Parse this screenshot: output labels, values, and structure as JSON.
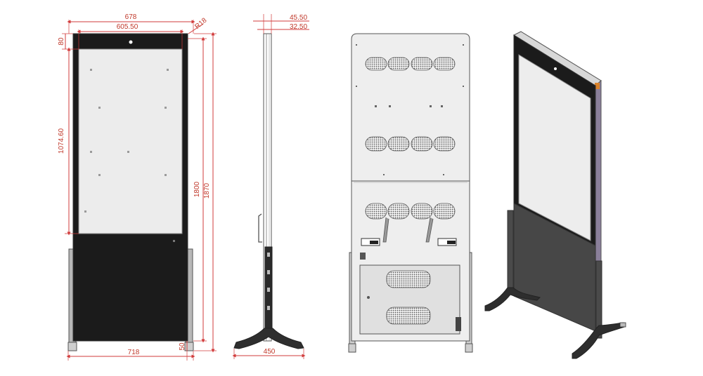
{
  "dimensions": {
    "front_overall_width": "678",
    "front_screen_width": "605.50",
    "front_corner": "R18",
    "front_top_bezel": "80",
    "front_screen_height": "1074.60",
    "front_height": "1800",
    "front_total_height": "1870",
    "front_base_width": "718",
    "front_foot_height": "50",
    "side_depth_outer": "45.50",
    "side_depth_inner": "32.50",
    "side_base_width": "450"
  },
  "colors": {
    "dimension": "#d13b3b",
    "panel_dark": "#1b1b1b",
    "screen": "#ededed",
    "frame_gray": "#9a9a9a",
    "back_panel": "#eeeeee",
    "vent": "#6a6a6a",
    "accent_orange": "#d9822b"
  }
}
